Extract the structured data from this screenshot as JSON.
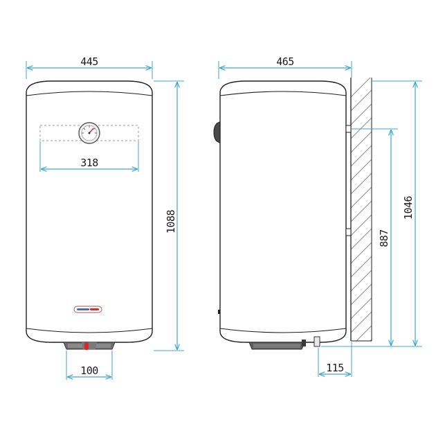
{
  "colors": {
    "dimension_line": "#3aa6d6",
    "outline": "#1e1e1e",
    "flange": "#6f6f6f",
    "wall_hatch": "#9a9a9a",
    "brand_red": "#d42a2a"
  },
  "front_view": {
    "width_label": "445",
    "height_label": "1088",
    "thermometer_span_label": "318",
    "flange_label": "100"
  },
  "side_view": {
    "depth_label": "465",
    "overall_height_label": "1046",
    "bracket_height_label": "887",
    "wall_gap_label": "115"
  },
  "icons": [
    "thermometer-dial-icon",
    "brand-logo-icon",
    "wall-hatch-icon"
  ]
}
